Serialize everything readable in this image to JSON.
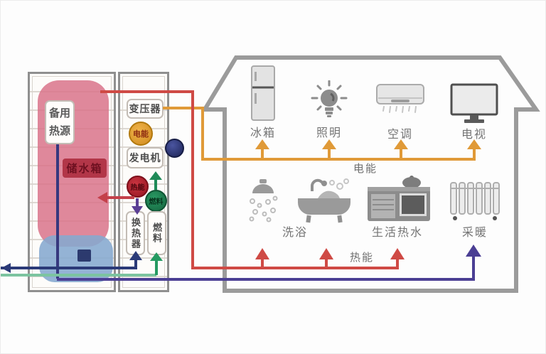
{
  "colors": {
    "electric_line": "#e09a38",
    "heat_line": "#cf4a45",
    "heating_supply_line": "#4b3f94",
    "water_inlet_line": "#2b3a78",
    "fuel_inlet_line": "#7cc4a0",
    "house_outline": "#9b9b9b",
    "hot_water_tank": "#d97389",
    "cold_water_tank": "#85a9cf"
  },
  "unit": {
    "backup_heat": "备用热源",
    "tank_label": "储水箱",
    "transformer": "变压器",
    "badge_electric": "电能",
    "generator": "发电机",
    "badge_heat": "热能",
    "badge_fuel": "燃料",
    "heat_exchanger": "换热器",
    "fuel": "燃料"
  },
  "house": {
    "electric_energy_label": "电能",
    "heat_energy_label": "热能",
    "top_appliances": [
      {
        "label": "冰箱"
      },
      {
        "label": "照明"
      },
      {
        "label": "空调"
      },
      {
        "label": "电视"
      }
    ],
    "bottom_appliances": [
      {
        "label": "洗浴"
      },
      {
        "label": "生活热水"
      },
      {
        "label": "采暖"
      }
    ]
  }
}
